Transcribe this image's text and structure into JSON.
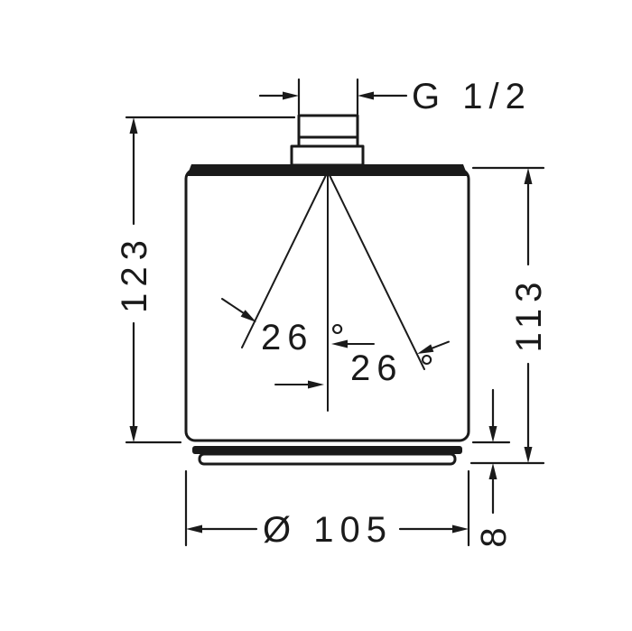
{
  "page": {
    "background": "#ffffff",
    "line_color": "#1a1a1a"
  },
  "drawing": {
    "type": "technical-dimension-drawing",
    "subject": "overhead-shower-side-view",
    "labels": {
      "thread": "G 1/2",
      "overall_height": "123",
      "body_height": "113",
      "spray_angle_left": "26 °",
      "spray_angle_right": "26 °",
      "diameter": "Ø 105",
      "plate_height": "8"
    }
  }
}
